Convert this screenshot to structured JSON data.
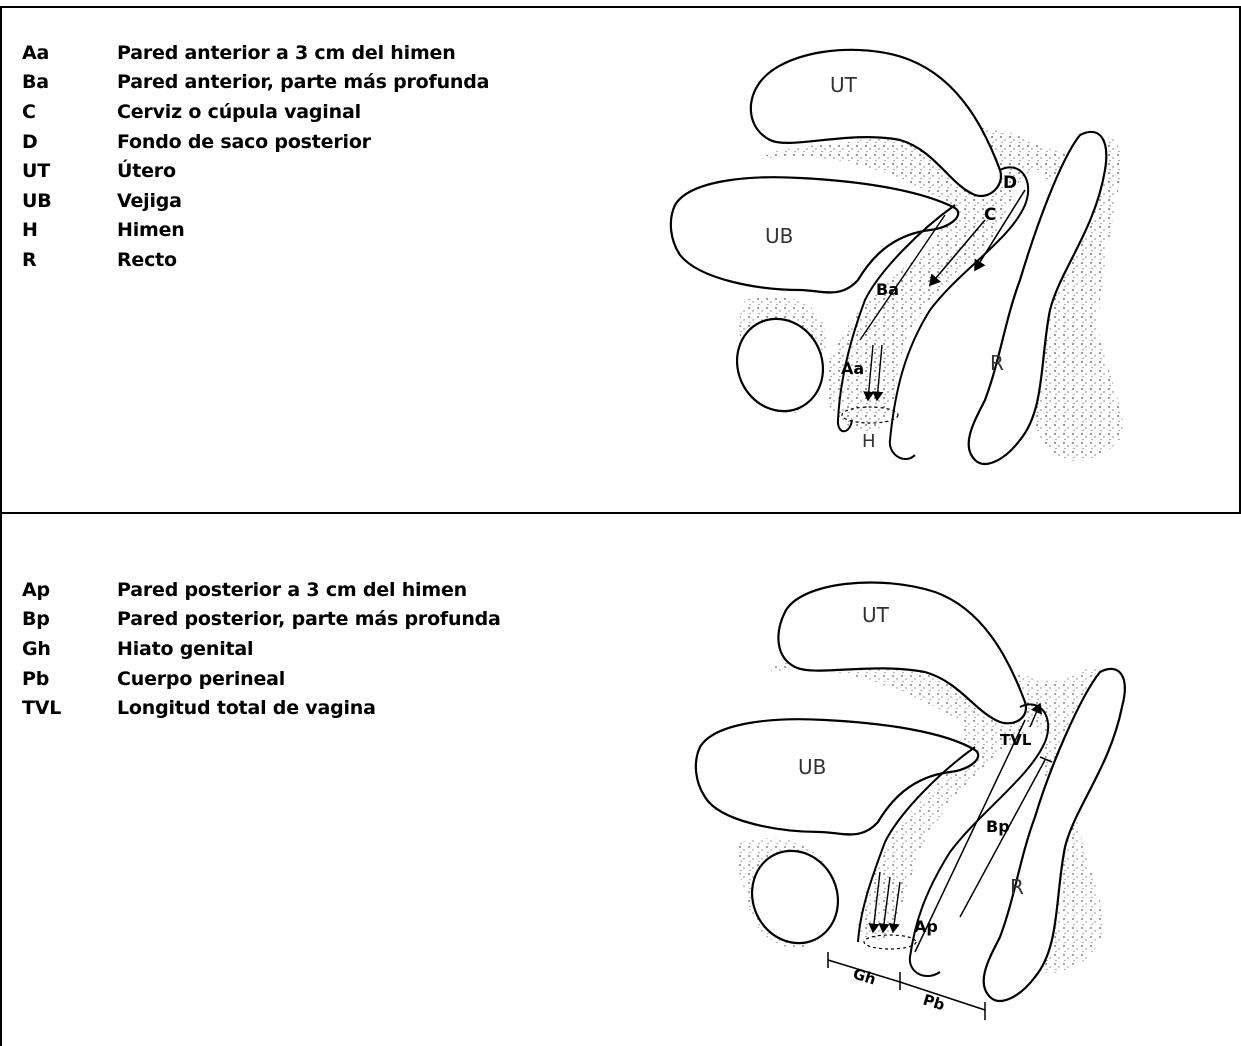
{
  "top_panel": {
    "legend": [
      {
        "abbr": "Aa",
        "desc": "Pared anterior a 3 cm del himen"
      },
      {
        "abbr": "Ba",
        "desc": "Pared anterior, parte más profunda"
      },
      {
        "abbr": "C",
        "desc": "Cerviz o cúpula vaginal"
      },
      {
        "abbr": "D",
        "desc": "Fondo de saco posterior"
      },
      {
        "abbr": "UT",
        "desc": "Útero"
      },
      {
        "abbr": "UB",
        "desc": "Vejiga"
      },
      {
        "abbr": "H",
        "desc": "Himen"
      },
      {
        "abbr": "R",
        "desc": "Recto"
      }
    ],
    "diagram_labels": {
      "ut": "UT",
      "ub": "UB",
      "r": "R",
      "d": "D",
      "c": "C",
      "ba": "Ba",
      "aa": "Aa",
      "h": "H"
    }
  },
  "bottom_panel": {
    "legend": [
      {
        "abbr": "Ap",
        "desc": "Pared posterior a 3 cm del himen"
      },
      {
        "abbr": "Bp",
        "desc": "Pared posterior, parte más profunda"
      },
      {
        "abbr": "Gh",
        "desc": "Hiato genital"
      },
      {
        "abbr": "Pb",
        "desc": "Cuerpo perineal"
      },
      {
        "abbr": "TVL",
        "desc": "Longitud total de vagina"
      }
    ],
    "diagram_labels": {
      "ut": "UT",
      "ub": "UB",
      "r": "R",
      "tvl": "TVL",
      "bp": "Bp",
      "ap": "Ap",
      "gh": "Gh",
      "pb": "Pb"
    }
  }
}
